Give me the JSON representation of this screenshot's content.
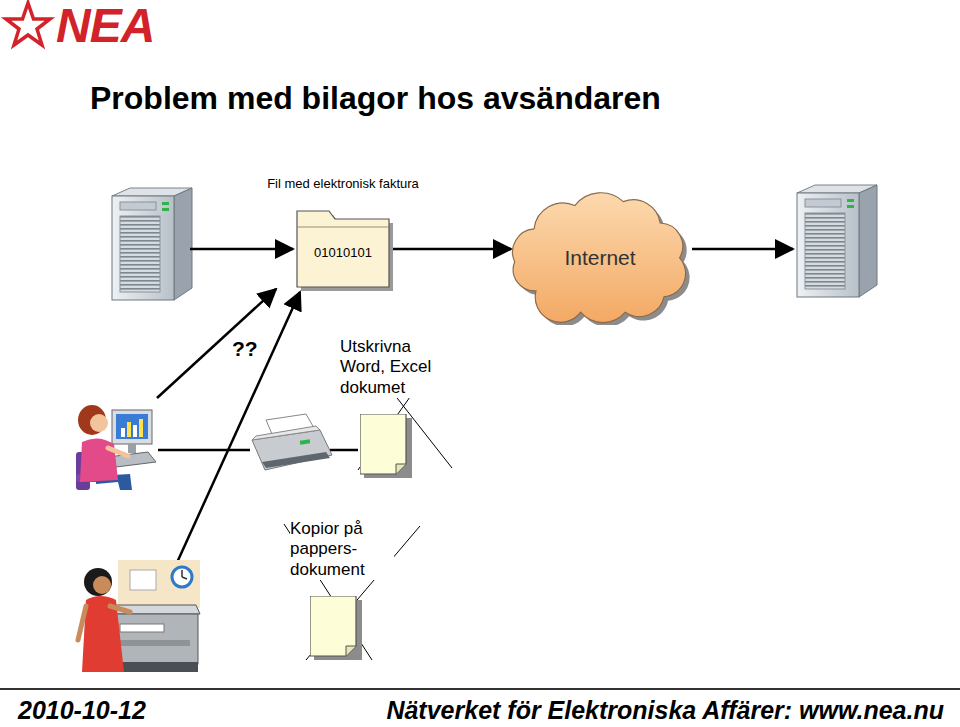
{
  "diagram": {
    "title": "Problem med bilagor hos avsändaren",
    "nodes": [
      {
        "text": [
          "Fil med elektronisk faktura",
          "01010101"
        ]
      },
      {
        "text": [
          "Internet"
        ]
      },
      {
        "text": [
          "Utskrivna Word, Excel dokumet"
        ]
      },
      {
        "text": [
          "Kopior på pappers- dokument"
        ]
      }
    ],
    "edges": [
      {
        "from": 0,
        "to": 1,
        "arrow": "to"
      }
    ],
    "labels": [
      "??",
      "NEA",
      "2010-10-12",
      "Nätverket för Elektroniska Affärer: www.nea.nu"
    ]
  }
}
